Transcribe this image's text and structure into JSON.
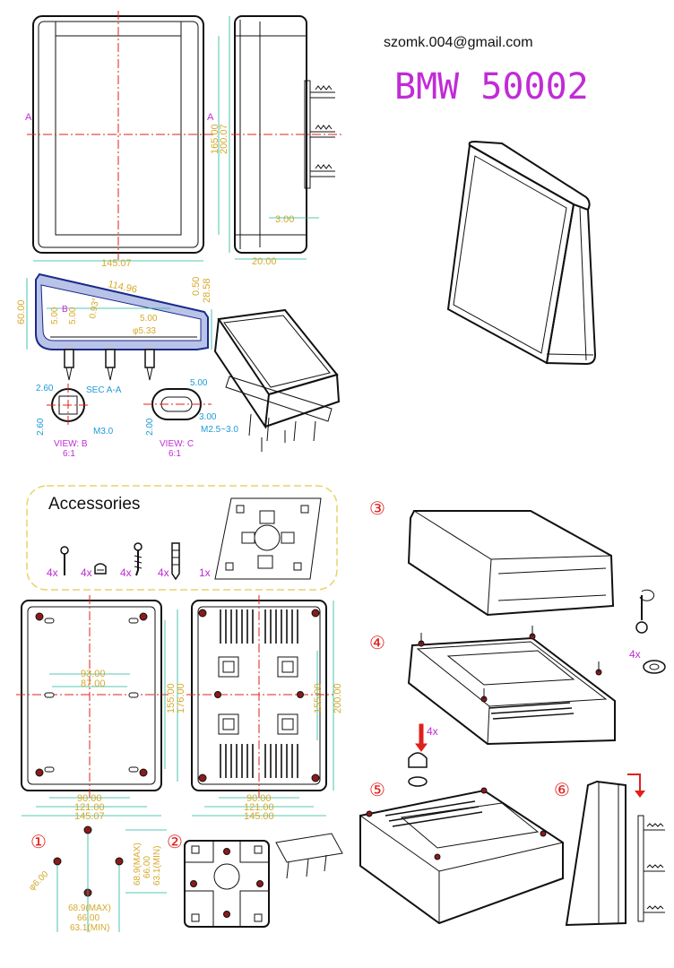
{
  "header": {
    "email": "szomk.004@gmail.com",
    "model": "BMW 50002",
    "model_color": "#c12bd6"
  },
  "accessories": {
    "title": "Accessories",
    "items": [
      {
        "qty": "4x",
        "icon": "long-screw-icon"
      },
      {
        "qty": "4x",
        "icon": "rubber-foot-icon"
      },
      {
        "qty": "4x",
        "icon": "wood-screw-icon"
      },
      {
        "qty": "4x",
        "icon": "wall-plug-icon"
      },
      {
        "qty": "1x",
        "icon": "mounting-bracket-icon"
      }
    ]
  },
  "dims": {
    "front_width": "145.07",
    "front_inner_height": "165.00",
    "front_height": "200.07",
    "side_depth": "20.00",
    "side_small": "3.00",
    "section_length": "114.96",
    "section_a": "0.50",
    "section_b": "28.58",
    "section_height": "60.00",
    "section_c": "5.00",
    "section_d": "5.00",
    "section_e": "0.93°",
    "section_f": "5.00",
    "section_g": "φ5.33",
    "sec_label": "SEC A-A",
    "marker_a": "A",
    "marker_b": "B",
    "view_b_w": "2.60",
    "view_b_h": "2.60",
    "view_b_screw": "M3.0",
    "view_b_label": "VIEW: B",
    "view_b_scale": "6:1",
    "view_c_w": "5.00",
    "view_c_h": "2.00",
    "view_c_d": "3.00",
    "view_c_screw": "M2.5~3.0",
    "view_c_label": "VIEW: C",
    "view_c_scale": "6:1",
    "back_inner_w": "93.00",
    "back_inner_w2": "87.00",
    "back_h1": "155.00",
    "back_h2": "176.00",
    "back_w1": "90.00",
    "back_w2": "121.00",
    "back_w3": "145.07",
    "bottom_h1": "155.00",
    "bottom_h2": "200.00",
    "bottom_w1": "90.00",
    "bottom_w2": "121.00",
    "bottom_w3": "145.00",
    "hole_dia": "φ6.00",
    "hole_v1": "68.9(MAX)",
    "hole_v2": "66.00",
    "hole_v3": "63.1(MIN)",
    "hole_h1": "68.9(MAX)",
    "hole_h2": "66.00",
    "hole_h3": "63.1(MIN)"
  },
  "steps": {
    "s1": "①",
    "s2": "②",
    "s3": "③",
    "s4": "④",
    "s5": "⑤",
    "s6": "⑥",
    "s4_qty": "4x",
    "s5_qty": "4x"
  }
}
